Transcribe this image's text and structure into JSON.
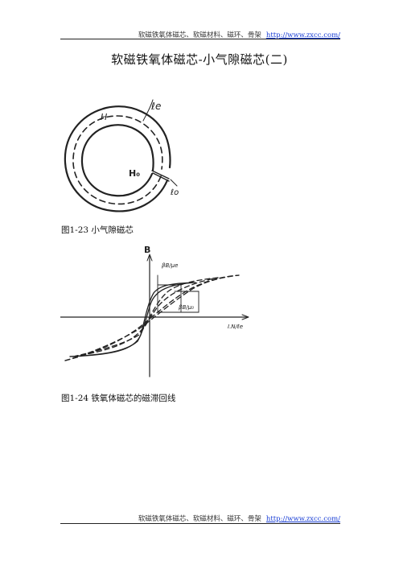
{
  "header": {
    "text": "软磁铁氧体磁芯、软磁材料、磁环、骨架",
    "url": "http://www.zxcc.com/"
  },
  "footer": {
    "text": "软磁铁氧体磁芯、软磁材料、磁环、骨架",
    "url": "http://www.zxcc.com/"
  },
  "document": {
    "title": "软磁铁氧体磁芯-小气隙磁芯(二)"
  },
  "figures": [
    {
      "caption": "图1-23 小气隙磁芯",
      "labels": {
        "l_e": "ℓe",
        "H": "H",
        "H0": "H₀",
        "l0": "ℓo"
      }
    },
    {
      "caption": "图1-24 铁氧体磁芯的磁滞回线",
      "labels": {
        "B": "B",
        "db_mu_e": "βB/μe",
        "db_mu_0": "βB/μ₀",
        "x_axis": "I.N/ℓe"
      }
    }
  ]
}
